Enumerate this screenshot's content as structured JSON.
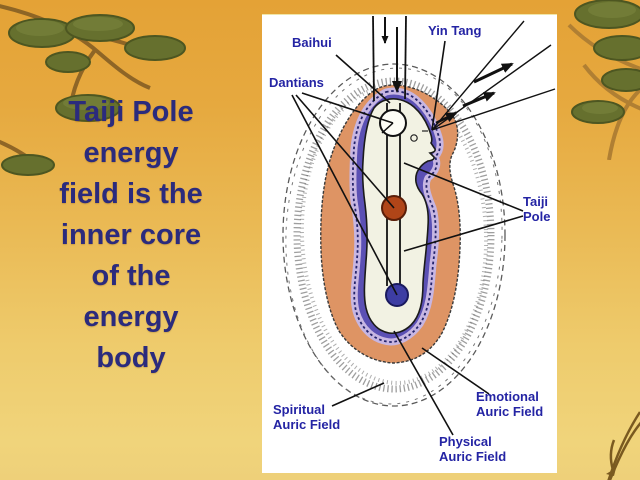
{
  "slide": {
    "headline": "Taiji Pole\nenergy\nfield is the\ninner core\nof the\nenergy\nbody"
  },
  "diagram": {
    "labels": {
      "baihui": "Baihui",
      "yin_tang": "Yin Tang",
      "dantians": "Dantians",
      "taiji_pole": "Taiji\nPole",
      "spiritual_auric_field": "Spiritual\nAuric Field",
      "emotional_auric_field": "Emotional\nAuric Field",
      "physical_auric_field": "Physical\nAuric Field"
    },
    "markers": {
      "upper_dantian": "white circle in head",
      "middle_dantian": "rust-red circle",
      "lower_dantian": "indigo circle"
    }
  },
  "colors": {
    "background_top": "#e4a236",
    "background_bottom": "#f0d47b",
    "headline_text": "#2b2b7d",
    "label_text": "#2424a4",
    "panel": "#ffffff",
    "emotional_field_orange": "#de9464",
    "physical_field_purple": "#5b50b4",
    "body_cream": "#f2f2e3",
    "middle_dantian_red": "#b04518",
    "lower_dantian_blue": "#3d3da3",
    "pine_foliage_green": "#66702e",
    "branch_tan": "#8a6225"
  }
}
